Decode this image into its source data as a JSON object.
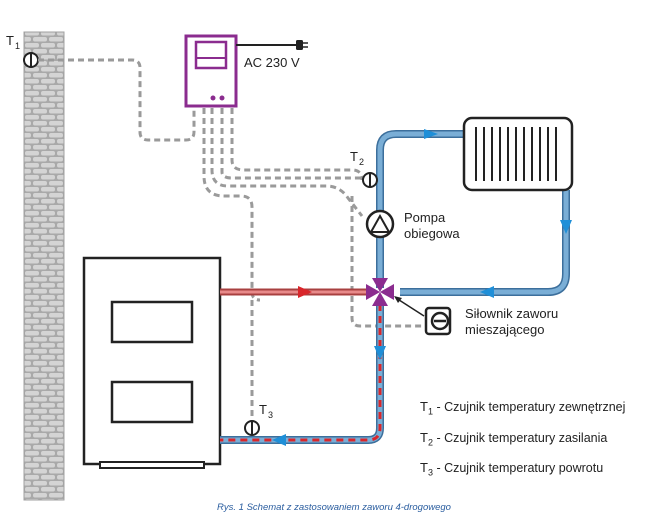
{
  "sensors": {
    "t1": {
      "letter": "T",
      "index": "1"
    },
    "t2": {
      "letter": "T",
      "index": "2"
    },
    "t3": {
      "letter": "T",
      "index": "3"
    }
  },
  "controller": {
    "power_label": "AC 230 V"
  },
  "pump": {
    "label_line1": "Pompa",
    "label_line2": "obiegowa"
  },
  "actuator": {
    "label_line1": "Siłownik zaworu",
    "label_line2": "mieszającego"
  },
  "legend": [
    {
      "symbol": "T",
      "index": "1",
      "text": " - Czujnik temperatury zewnętrznej"
    },
    {
      "symbol": "T",
      "index": "2",
      "text": " - Czujnik temperatury zasilania"
    },
    {
      "symbol": "T",
      "index": "3",
      "text": " - Czujnik temperatury powrotu"
    }
  ],
  "caption": "Rys. 1 Schemat z zastosowaniem zaworu 4-drogowego",
  "colors": {
    "pipe_blue": "#7aaed6",
    "pipe_blue_edge": "#3c6f9c",
    "hot_red": "#d9262b",
    "arrow_blue": "#1f8fd8",
    "wire_gray": "#9a9a9a",
    "controller_purple": "#8b2c8f",
    "valve_purple": "#8b2c8f",
    "wall_gray": "#b8b8b8"
  }
}
